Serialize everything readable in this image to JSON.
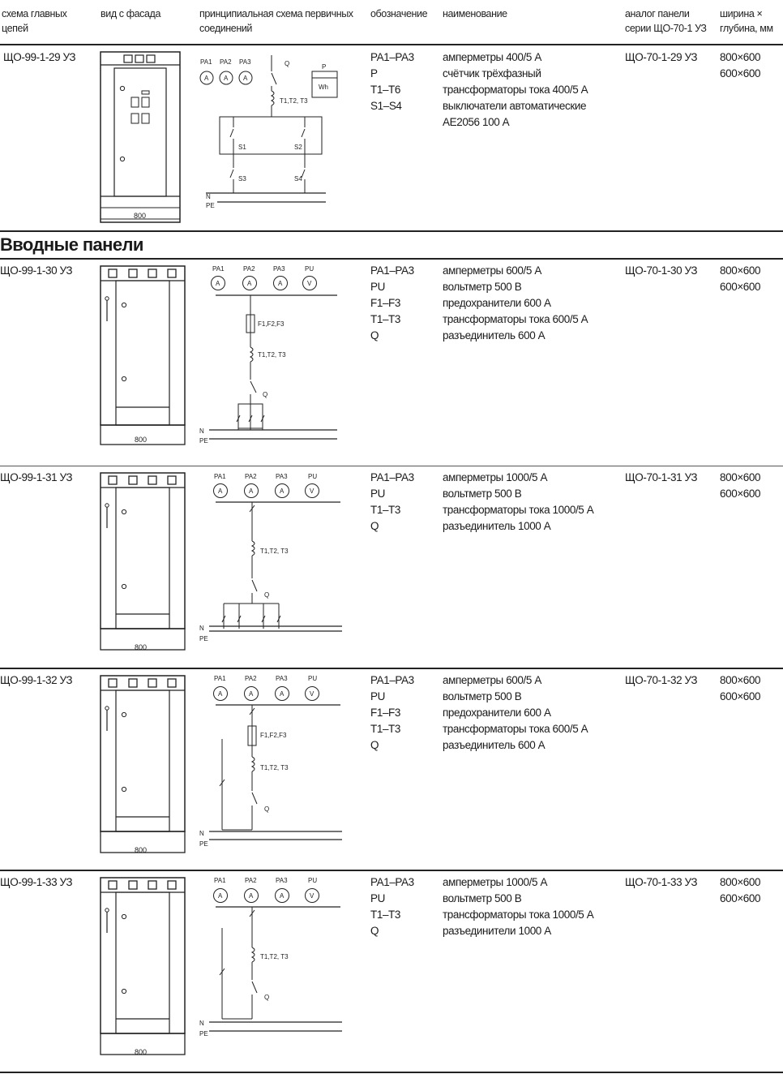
{
  "headers": {
    "scheme": "схема главных\nцепей",
    "facade": "вид с фасада",
    "diagram": "принципиальная схема первичных\nсоединений",
    "designation": "обозначение",
    "name": "наименование",
    "analog": "аналог панели\nсерии ЩО-70-1 УЗ",
    "size": "ширина ×\nглубина, мм"
  },
  "section_title": "Вводные панели",
  "width_label": "800",
  "diagram_labels": {
    "PA1": "PA1",
    "PA2": "PA2",
    "PA3": "PA3",
    "PU": "PU",
    "A": "A",
    "V": "V",
    "Q": "Q",
    "P": "P",
    "Wh": "Wh",
    "N": "N",
    "PE": "PE",
    "T_three": "T1,T2, T3",
    "F_three": "F1,F2,F3",
    "S1": "S1",
    "S2": "S2",
    "S3": "S3",
    "S4": "S4"
  },
  "rows": [
    {
      "code": "ЩО-99-1-29 УЗ",
      "designations": [
        "PA1–PA3",
        "P",
        "T1–T6",
        "S1–S4"
      ],
      "names": [
        "амперметры 400/5 А",
        "счётчик трёхфазный",
        "трансформаторы тока 400/5 А",
        "выключатели автоматические",
        "АЕ2056 100 А"
      ],
      "analog": "ЩО-70-1-29 УЗ",
      "sizes": [
        "800×600",
        "600×600"
      ]
    },
    {
      "code": "ЩО-99-1-30 УЗ",
      "designations": [
        "PA1–PA3",
        "PU",
        "F1–F3",
        "T1–T3",
        "Q"
      ],
      "names": [
        "амперметры 600/5 А",
        "вольтметр 500 В",
        "предохранители 600 А",
        "трансформаторы тока 600/5 А",
        "разъединитель 600 А"
      ],
      "analog": "ЩО-70-1-30 УЗ",
      "sizes": [
        "800×600",
        "600×600"
      ]
    },
    {
      "code": "ЩО-99-1-31 УЗ",
      "designations": [
        "PA1–PA3",
        "PU",
        "T1–T3",
        "Q"
      ],
      "names": [
        "амперметры 1000/5 А",
        "вольтметр 500 В",
        "трансформаторы тока 1000/5 А",
        "разъединитель 1000 А"
      ],
      "analog": "ЩО-70-1-31 УЗ",
      "sizes": [
        "800×600",
        "600×600"
      ]
    },
    {
      "code": "ЩО-99-1-32 УЗ",
      "designations": [
        "PA1–PA3",
        "PU",
        "F1–F3",
        "T1–T3",
        "Q"
      ],
      "names": [
        "амперметры 600/5 А",
        "вольтметр 500 В",
        "предохранители 600 А",
        "трансформаторы тока 600/5 А",
        "разъединитель 600 А"
      ],
      "analog": "ЩО-70-1-32 УЗ",
      "sizes": [
        "800×600",
        "600×600"
      ]
    },
    {
      "code": "ЩО-99-1-33 УЗ",
      "designations": [
        "PA1–PA3",
        "PU",
        "T1–T3",
        "Q"
      ],
      "names": [
        "амперметры 1000/5 А",
        "вольтметр 500 В",
        "трансформаторы тока 1000/5 А",
        "разъединители 1000 А"
      ],
      "analog": "ЩО-70-1-33 УЗ",
      "sizes": [
        "800×600",
        "600×600"
      ]
    }
  ]
}
